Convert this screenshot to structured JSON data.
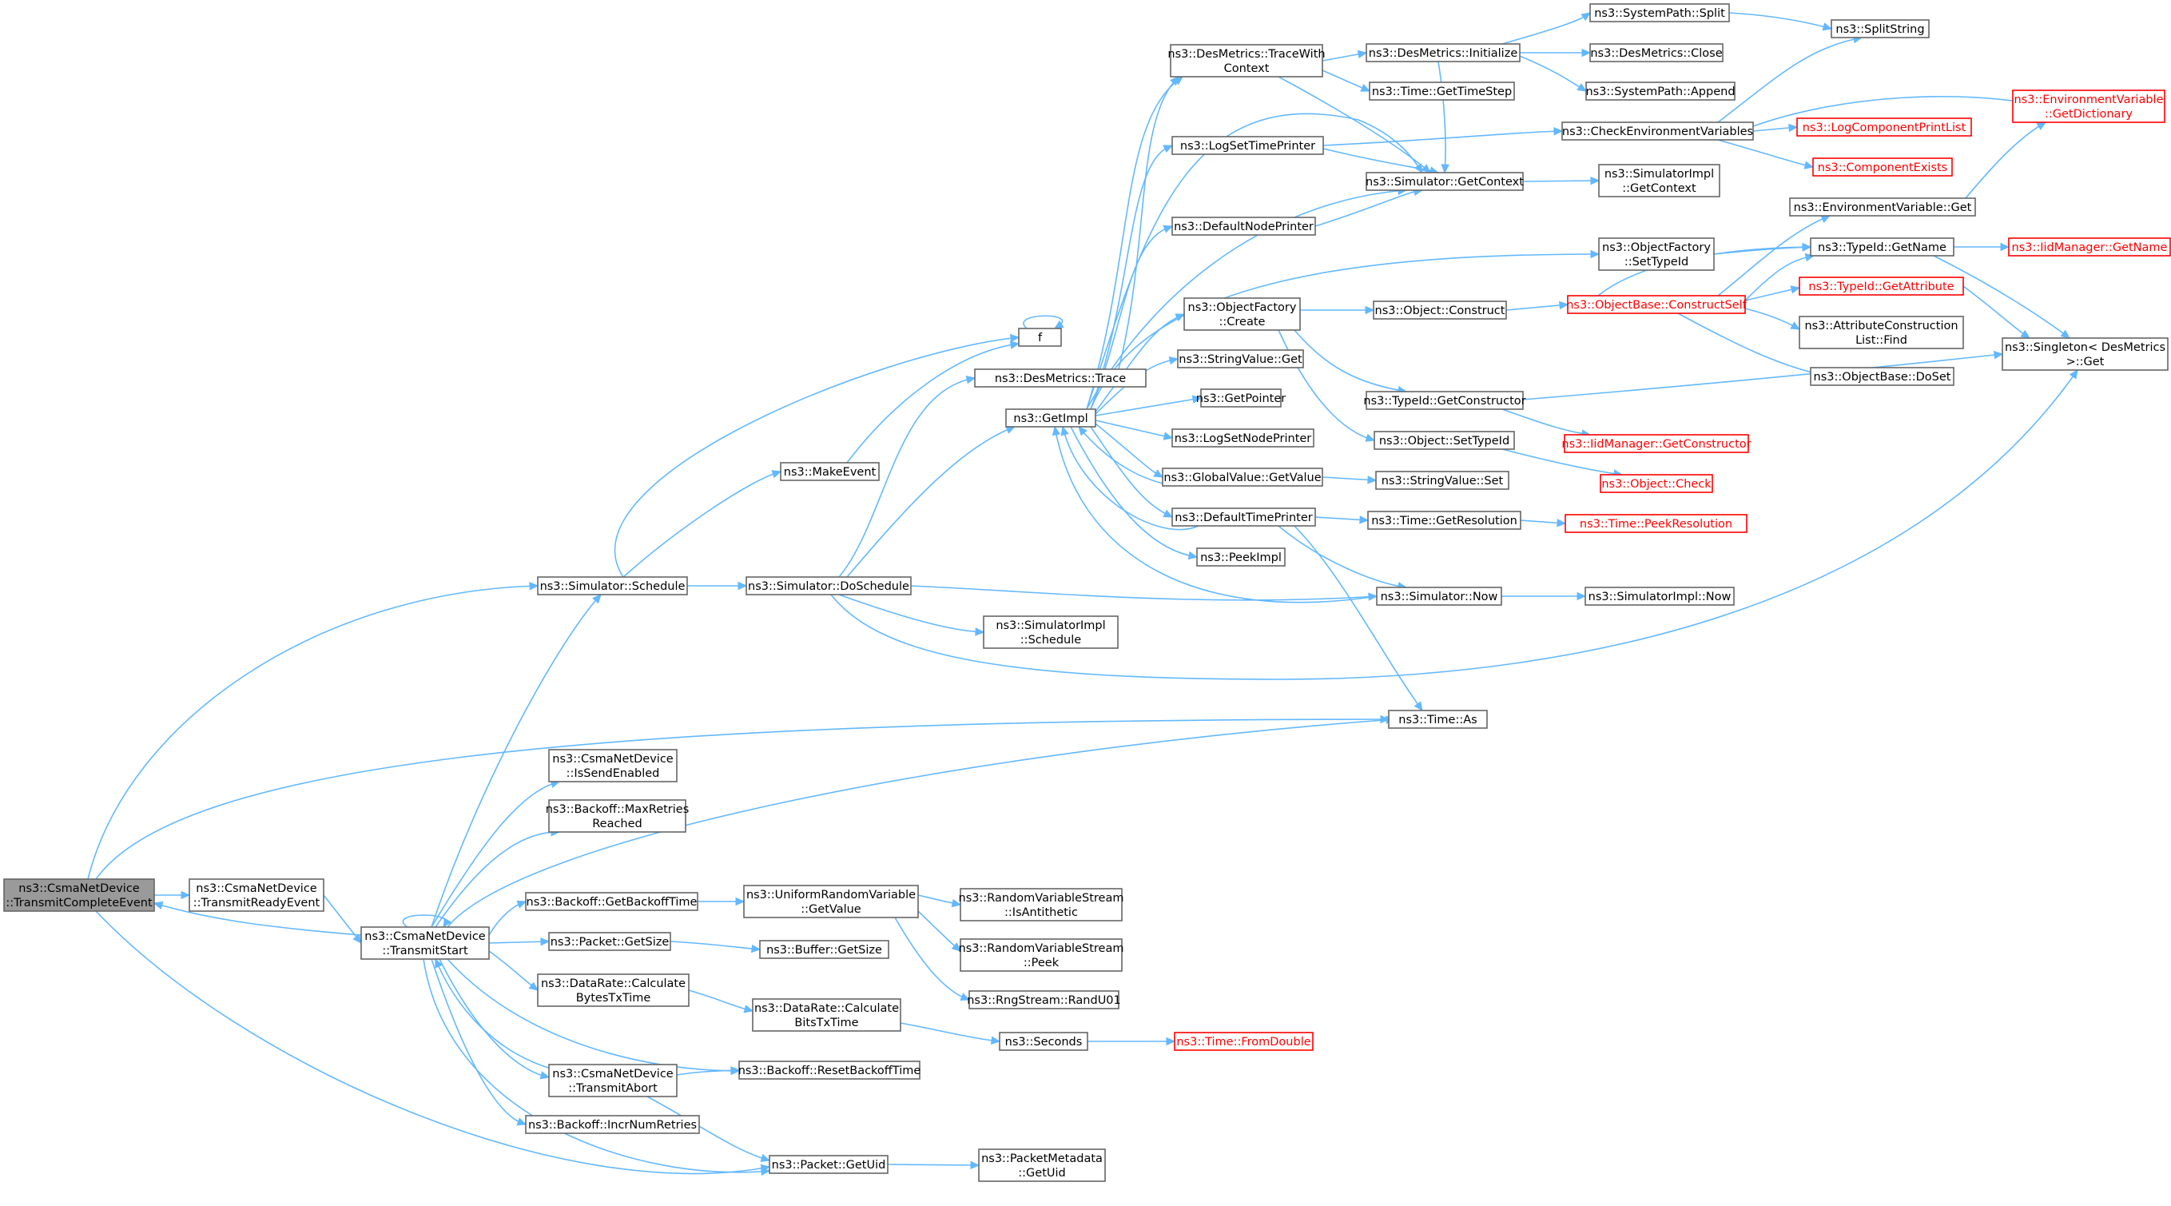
{
  "colors": {
    "edge": "#63b8ff",
    "node_border": "#666666",
    "root_fill": "#9a9a9a",
    "missing_border": "#ff0000"
  },
  "nodes": [
    {
      "id": "root",
      "lines": [
        "ns3::CsmaNetDevice",
        "::TransmitCompleteEvent"
      ],
      "style": "root"
    },
    {
      "id": "tre",
      "lines": [
        "ns3::CsmaNetDevice",
        "::TransmitReadyEvent"
      ]
    },
    {
      "id": "ts",
      "lines": [
        "ns3::CsmaNetDevice",
        "::TransmitStart"
      ]
    },
    {
      "id": "sched",
      "lines": [
        "ns3::Simulator::Schedule"
      ]
    },
    {
      "id": "isse",
      "lines": [
        "ns3::CsmaNetDevice",
        "::IsSendEnabled"
      ]
    },
    {
      "id": "mrr",
      "lines": [
        "ns3::Backoff::MaxRetries",
        "Reached"
      ]
    },
    {
      "id": "gbt",
      "lines": [
        "ns3::Backoff::GetBackoffTime"
      ]
    },
    {
      "id": "pgs",
      "lines": [
        "ns3::Packet::GetSize"
      ]
    },
    {
      "id": "cbtt",
      "lines": [
        "ns3::DataRate::Calculate",
        "BytesTxTime"
      ]
    },
    {
      "id": "ta",
      "lines": [
        "ns3::CsmaNetDevice",
        "::TransmitAbort"
      ]
    },
    {
      "id": "inr",
      "lines": [
        "ns3::Backoff::IncrNumRetries"
      ]
    },
    {
      "id": "makeev",
      "lines": [
        "ns3::MakeEvent"
      ]
    },
    {
      "id": "dosched",
      "lines": [
        "ns3::Simulator::DoSchedule"
      ]
    },
    {
      "id": "f",
      "lines": [
        "f"
      ]
    },
    {
      "id": "dmtrace",
      "lines": [
        "ns3::DesMetrics::Trace"
      ]
    },
    {
      "id": "getimpl",
      "lines": [
        "ns3::GetImpl"
      ]
    },
    {
      "id": "simsched",
      "lines": [
        "ns3::SimulatorImpl",
        "::Schedule"
      ]
    },
    {
      "id": "urgv",
      "lines": [
        "ns3::UniformRandomVariable",
        "::GetValue"
      ]
    },
    {
      "id": "bgs",
      "lines": [
        "ns3::Buffer::GetSize"
      ]
    },
    {
      "id": "cbitt",
      "lines": [
        "ns3::DataRate::Calculate",
        "BitsTxTime"
      ]
    },
    {
      "id": "rbt",
      "lines": [
        "ns3::Backoff::ResetBackoffTime"
      ]
    },
    {
      "id": "guid",
      "lines": [
        "ns3::Packet::GetUid"
      ]
    },
    {
      "id": "dmtwc",
      "lines": [
        "ns3::DesMetrics::TraceWith",
        "Context"
      ]
    },
    {
      "id": "lstp",
      "lines": [
        "ns3::LogSetTimePrinter"
      ]
    },
    {
      "id": "dnp",
      "lines": [
        "ns3::DefaultNodePrinter"
      ]
    },
    {
      "id": "ofcreate",
      "lines": [
        "ns3::ObjectFactory",
        "::Create"
      ]
    },
    {
      "id": "svget",
      "lines": [
        "ns3::StringValue::Get"
      ]
    },
    {
      "id": "gptr",
      "lines": [
        "ns3::GetPointer"
      ]
    },
    {
      "id": "lsnp",
      "lines": [
        "ns3::LogSetNodePrinter"
      ]
    },
    {
      "id": "gvgv",
      "lines": [
        "ns3::GlobalValue::GetValue"
      ]
    },
    {
      "id": "dtp",
      "lines": [
        "ns3::DefaultTimePrinter"
      ]
    },
    {
      "id": "peekimpl",
      "lines": [
        "ns3::PeekImpl"
      ]
    },
    {
      "id": "rvsanti",
      "lines": [
        "ns3::RandomVariableStream",
        "::IsAntithetic"
      ]
    },
    {
      "id": "rvspeek",
      "lines": [
        "ns3::RandomVariableStream",
        "::Peek"
      ]
    },
    {
      "id": "rng",
      "lines": [
        "ns3::RngStream::RandU01"
      ]
    },
    {
      "id": "seconds",
      "lines": [
        "ns3::Seconds"
      ]
    },
    {
      "id": "pmguid",
      "lines": [
        "ns3::PacketMetadata",
        "::GetUid"
      ]
    },
    {
      "id": "dminit",
      "lines": [
        "ns3::DesMetrics::Initialize"
      ]
    },
    {
      "id": "tgts",
      "lines": [
        "ns3::Time::GetTimeStep"
      ]
    },
    {
      "id": "simgc",
      "lines": [
        "ns3::Simulator::GetContext"
      ]
    },
    {
      "id": "objconstruct",
      "lines": [
        "ns3::Object::Construct"
      ]
    },
    {
      "id": "tidgc",
      "lines": [
        "ns3::TypeId::GetConstructor"
      ]
    },
    {
      "id": "objsti",
      "lines": [
        "ns3::Object::SetTypeId"
      ]
    },
    {
      "id": "svset",
      "lines": [
        "ns3::StringValue::Set"
      ]
    },
    {
      "id": "tgr",
      "lines": [
        "ns3::Time::GetResolution"
      ]
    },
    {
      "id": "simnow",
      "lines": [
        "ns3::Simulator::Now"
      ]
    },
    {
      "id": "timeas",
      "lines": [
        "ns3::Time::As"
      ]
    },
    {
      "id": "tfd",
      "lines": [
        "ns3::Time::FromDouble"
      ],
      "style": "red"
    },
    {
      "id": "sps",
      "lines": [
        "ns3::SystemPath::Split"
      ]
    },
    {
      "id": "dmclose",
      "lines": [
        "ns3::DesMetrics::Close"
      ]
    },
    {
      "id": "spa",
      "lines": [
        "ns3::SystemPath::Append"
      ]
    },
    {
      "id": "cev",
      "lines": [
        "ns3::CheckEnvironmentVariables"
      ]
    },
    {
      "id": "simimplgc",
      "lines": [
        "ns3::SimulatorImpl",
        "::GetContext"
      ]
    },
    {
      "id": "ofsti",
      "lines": [
        "ns3::ObjectFactory",
        "::SetTypeId"
      ]
    },
    {
      "id": "obcs",
      "lines": [
        "ns3::ObjectBase::ConstructSelf"
      ],
      "style": "red"
    },
    {
      "id": "iidgc",
      "lines": [
        "ns3::IidManager::GetConstructor"
      ],
      "style": "red"
    },
    {
      "id": "objcheck",
      "lines": [
        "ns3::Object::Check"
      ],
      "style": "red"
    },
    {
      "id": "tpr",
      "lines": [
        "ns3::Time::PeekResolution"
      ],
      "style": "red"
    },
    {
      "id": "simimplnow",
      "lines": [
        "ns3::SimulatorImpl::Now"
      ]
    },
    {
      "id": "splitstr",
      "lines": [
        "ns3::SplitString"
      ]
    },
    {
      "id": "lcpl",
      "lines": [
        "ns3::LogComponentPrintList"
      ],
      "style": "red"
    },
    {
      "id": "compex",
      "lines": [
        "ns3::ComponentExists"
      ],
      "style": "red"
    },
    {
      "id": "evget",
      "lines": [
        "ns3::EnvironmentVariable::Get"
      ]
    },
    {
      "id": "tidgn",
      "lines": [
        "ns3::TypeId::GetName"
      ]
    },
    {
      "id": "tidga",
      "lines": [
        "ns3::TypeId::GetAttribute"
      ],
      "style": "red"
    },
    {
      "id": "aclf",
      "lines": [
        "ns3::AttributeConstruction",
        "List::Find"
      ]
    },
    {
      "id": "obdoset",
      "lines": [
        "ns3::ObjectBase::DoSet"
      ]
    },
    {
      "id": "evgd",
      "lines": [
        "ns3::EnvironmentVariable",
        "::GetDictionary"
      ],
      "style": "red"
    },
    {
      "id": "iidgn",
      "lines": [
        "ns3::IidManager::GetName"
      ],
      "style": "red"
    },
    {
      "id": "singget",
      "lines": [
        "ns3::Singleton< DesMetrics",
        ">::Get"
      ]
    }
  ]
}
